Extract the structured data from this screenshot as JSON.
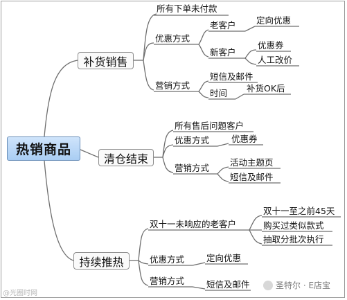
{
  "root": "热销商品",
  "branches": {
    "restock": {
      "label": "补货销售",
      "unpaid": "所有下单未付款",
      "offer": {
        "label": "优惠方式",
        "old": {
          "label": "老客户",
          "item": "定向优惠"
        },
        "new": {
          "label": "新客户",
          "item1": "优惠券",
          "item2": "人工改价"
        }
      },
      "marketing": {
        "label": "营销方式",
        "sms": "短信及邮件",
        "time": {
          "label": "时间",
          "item": "补货OK后"
        }
      }
    },
    "clearance": {
      "label": "清仓结束",
      "aftersale": "所有售后问题客户",
      "offer": {
        "label": "优惠方式",
        "item": "优惠券"
      },
      "marketing": {
        "label": "营销方式",
        "item1": "活动主题页",
        "item2": "短信及邮件"
      }
    },
    "sustain": {
      "label": "持续推热",
      "unresponsive": {
        "label": "双十一未响应的老客户",
        "item1": "双十一至之前45天",
        "item2": "购买过类似款式",
        "item3": "抽取分批次执行"
      },
      "offer": {
        "label": "优惠方式",
        "item": "定向优惠"
      },
      "marketing": {
        "label": "营销方式",
        "item": "短信及邮件"
      }
    }
  },
  "watermarks": {
    "left": "@光圈时网",
    "right": "圣特尔 · E店宝"
  },
  "colors": {
    "line": "#6e6e6e",
    "root_fill": "#b9d7f7"
  }
}
